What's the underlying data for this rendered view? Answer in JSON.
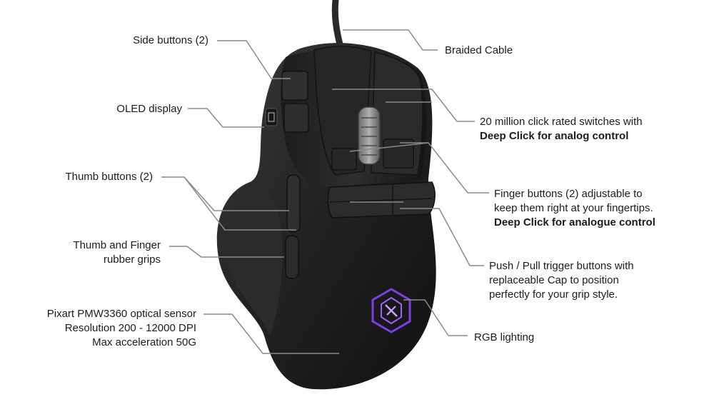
{
  "labels": {
    "side_buttons": "Side buttons (2)",
    "oled_display": "OLED display",
    "thumb_buttons": "Thumb buttons (2)",
    "rubber_grips_line1": "Thumb and Finger",
    "rubber_grips_line2": "rubber grips",
    "sensor_line1": "Pixart PMW3360 optical sensor",
    "sensor_line2": "Resolution 200 - 12000 DPI",
    "sensor_line3": "Max acceleration 50G",
    "braided_cable": "Braided Cable",
    "switches_line1": "20 million click rated switches with",
    "switches_line2": "Deep Click for analog control",
    "finger_buttons_line1": "Finger buttons (2) adjustable to",
    "finger_buttons_line2": "keep them right at your fingertips.",
    "finger_buttons_line3": "Deep Click for analogue control",
    "trigger_line1": "Push / Pull trigger buttons with",
    "trigger_line2": "replaceable Cap to position",
    "trigger_line3": "perfectly for your grip style.",
    "rgb_lighting": "RGB lighting"
  },
  "colors": {
    "leader_line": "#8a8a8a",
    "mouse_body": "#202020",
    "mouse_highlight": "#3a3a3a",
    "rgb_logo": "#7b3fe4",
    "scroll_wheel": "#8d8d8d"
  }
}
